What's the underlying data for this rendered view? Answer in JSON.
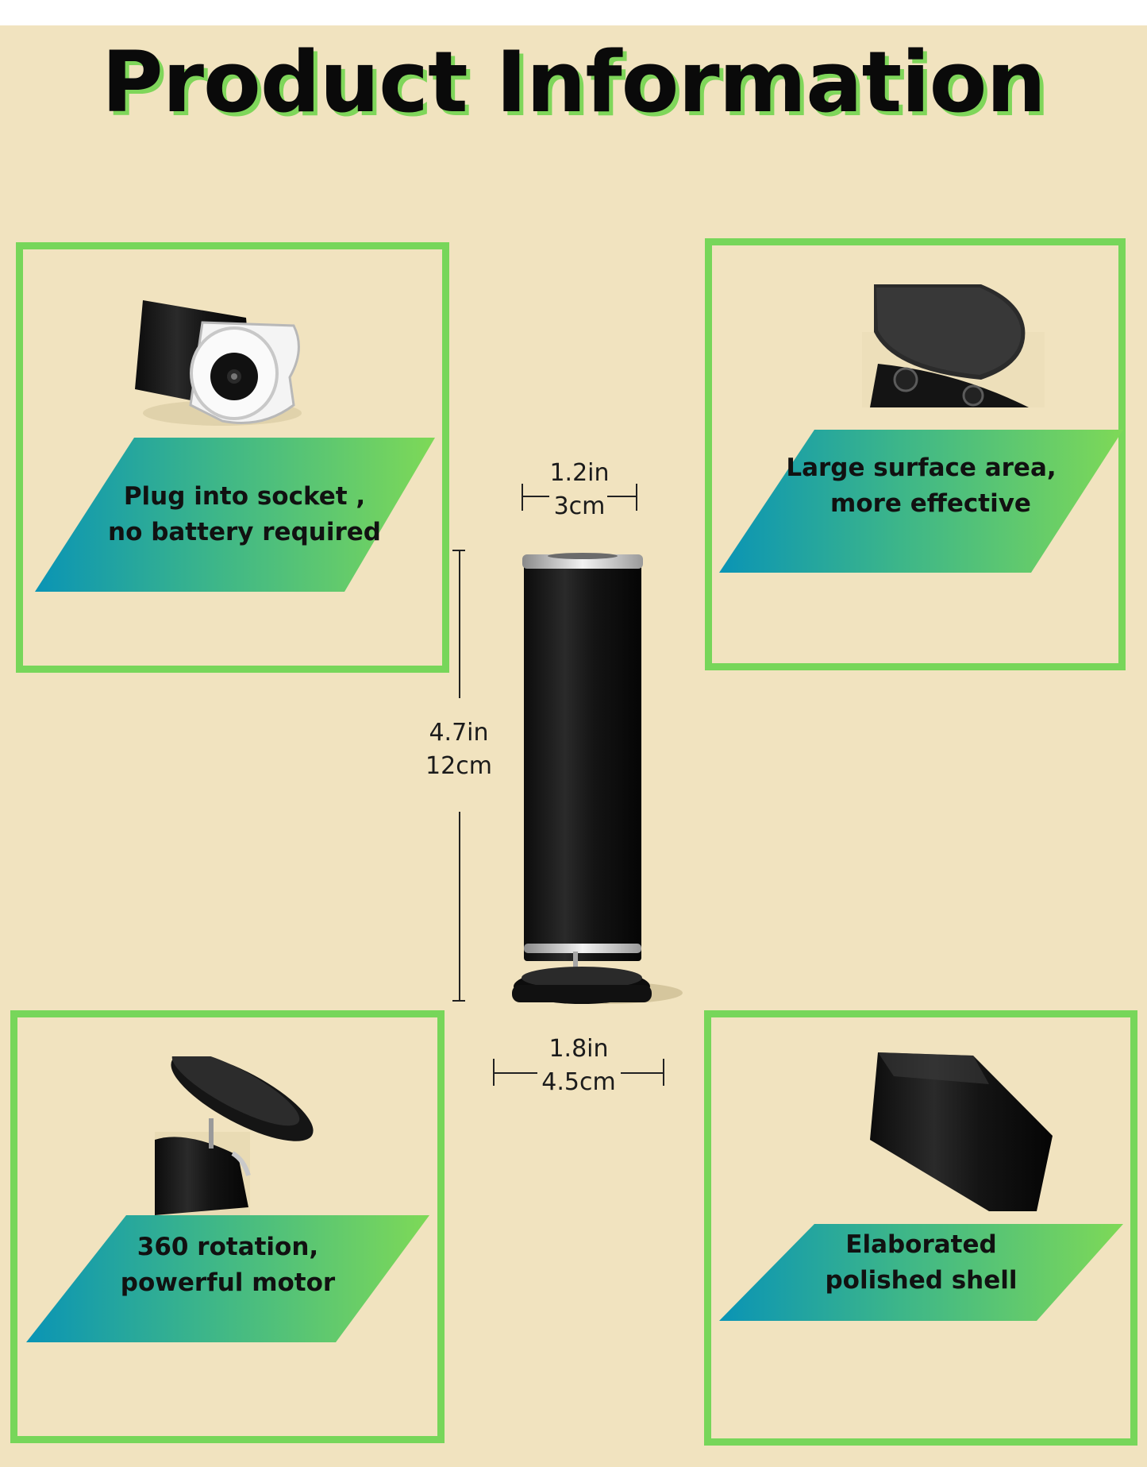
{
  "page": {
    "title": "Product Information"
  },
  "features": [
    {
      "line1": "Plug into socket ,",
      "line2": "no battery required",
      "image": "dc-socket-end-icon"
    },
    {
      "line1": "Large surface area,",
      "line2": "more effective",
      "image": "sanding-disc-head-icon"
    },
    {
      "line1": "360 rotation,",
      "line2": "powerful motor",
      "image": "rotating-head-icon"
    },
    {
      "line1": "Elaborated",
      "line2": "polished shell",
      "image": "polished-shell-icon"
    }
  ],
  "dimensions": {
    "top": {
      "imperial": "1.2in",
      "metric": "3cm"
    },
    "height": {
      "imperial": "4.7in",
      "metric": "12cm"
    },
    "base": {
      "imperial": "1.8in",
      "metric": "4.5cm"
    }
  },
  "colors": {
    "background": "#f1e3bf",
    "frame_green": "#77d65a",
    "band_start": "#0a94b5",
    "band_end": "#7ed957",
    "title_shadow": "#7fd65a"
  }
}
